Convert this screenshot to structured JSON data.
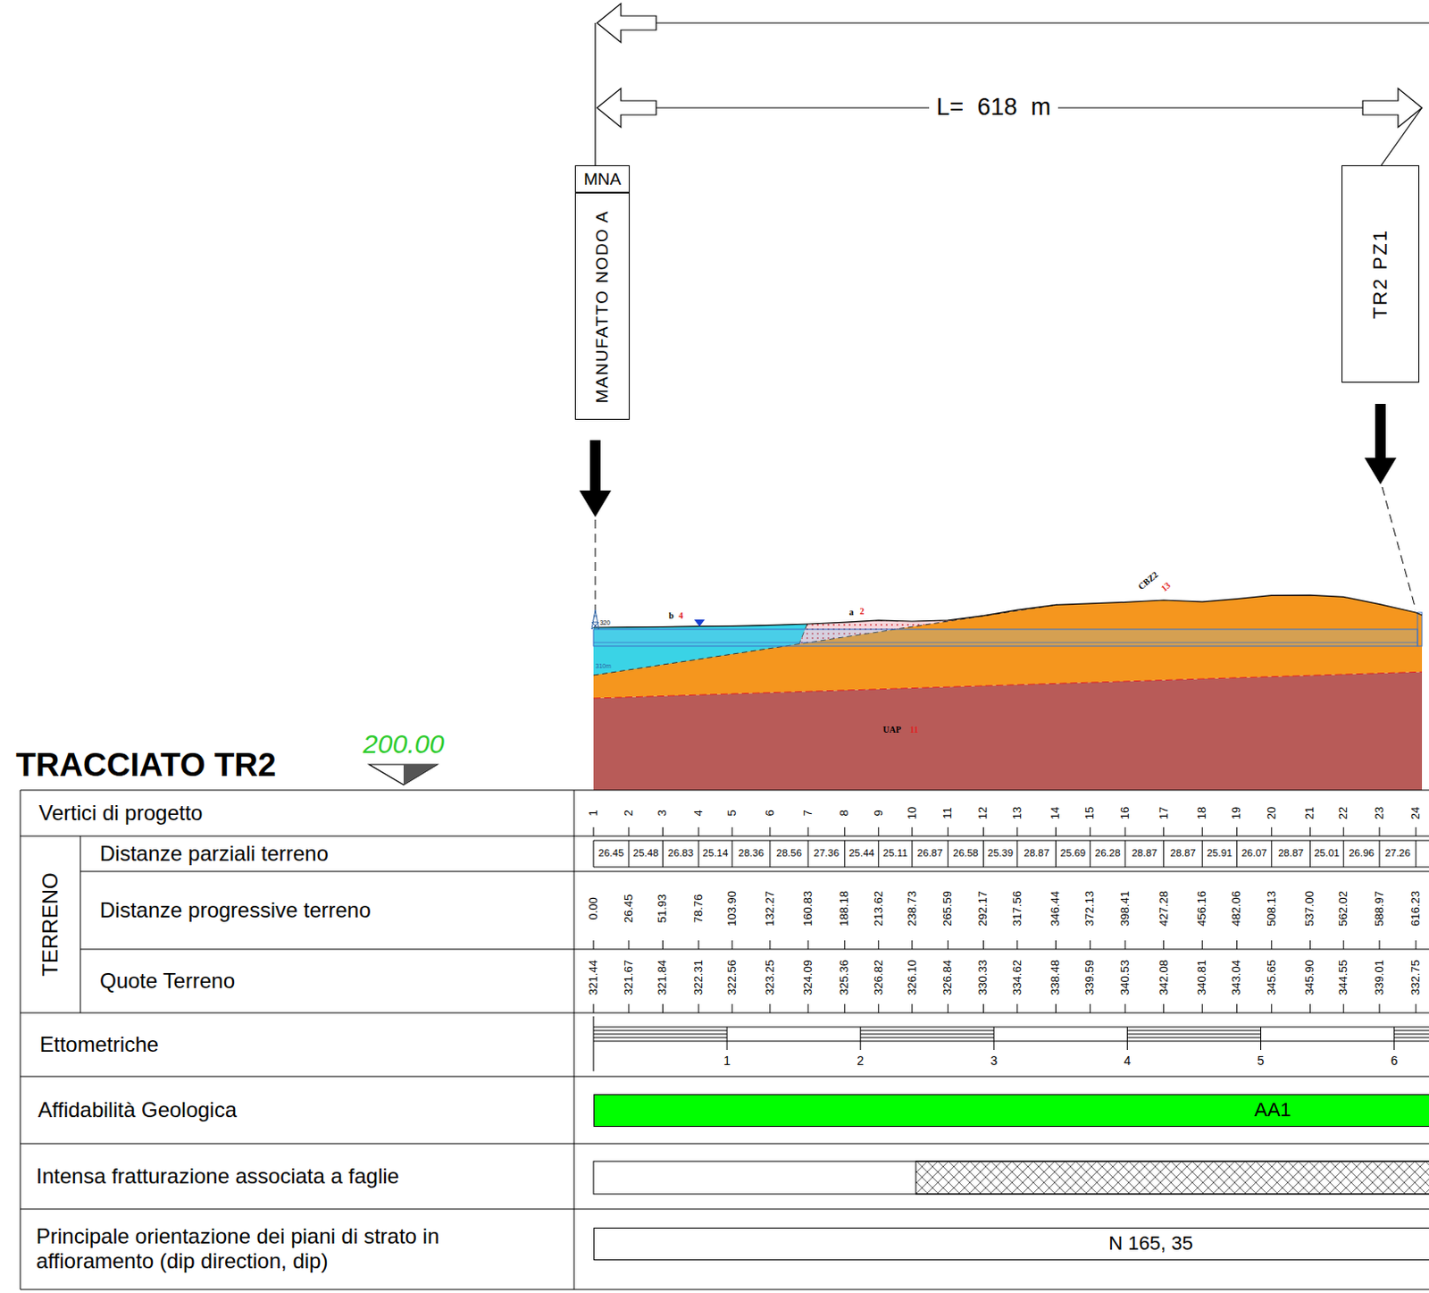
{
  "diagram": {
    "title": "TRACCIATO TR2",
    "nodes": [
      {
        "text": [
          "MNA"
        ]
      },
      {
        "text": [
          "MANUFATTO NODO A"
        ]
      },
      {
        "text": [
          "TR2 PZ1"
        ]
      },
      {
        "text": [
          "AA1"
        ]
      },
      {
        "text": [
          "N 165, 35"
        ]
      }
    ],
    "labels": [
      "L= 618 m",
      "200.00",
      "320",
      "310m",
      "b",
      "4",
      "a",
      "2",
      "CBZ2",
      "13",
      "UAP",
      "11",
      "Vertici di progetto",
      "TERRENO",
      "Distanze parziali terreno",
      "Distanze progressive terreno",
      "Quote Terreno",
      "Ettometriche",
      "Affidabilità Geologica",
      "Intensa fratturazione associata a faglie",
      "Principale orientazione dei piani di strato in affioramento (dip direction, dip)",
      "1",
      "2",
      "3",
      "4",
      "5",
      "6",
      "7",
      "8",
      "9",
      "10",
      "11",
      "12",
      "13",
      "14",
      "15",
      "16",
      "17",
      "18",
      "19",
      "20",
      "21",
      "22",
      "23",
      "24",
      "26.45",
      "25.48",
      "26.83",
      "25.14",
      "28.36",
      "28.56",
      "27.36",
      "25.44",
      "25.11",
      "26.87",
      "26.58",
      "25.39",
      "28.87",
      "25.69",
      "26.28",
      "28.87",
      "28.87",
      "25.91",
      "26.07",
      "28.87",
      "25.01",
      "26.96",
      "27.26",
      "0.00",
      "26.45",
      "51.93",
      "78.76",
      "103.90",
      "132.27",
      "160.83",
      "188.18",
      "213.62",
      "238.73",
      "265.59",
      "292.17",
      "317.56",
      "346.44",
      "372.13",
      "398.41",
      "427.28",
      "456.16",
      "482.06",
      "508.13",
      "537.00",
      "562.02",
      "588.97",
      "616.23",
      "321.44",
      "321.67",
      "321.84",
      "322.31",
      "322.56",
      "323.25",
      "324.09",
      "325.36",
      "326.82",
      "326.10",
      "326.84",
      "330.33",
      "334.62",
      "338.48",
      "339.59",
      "340.53",
      "342.08",
      "340.81",
      "343.04",
      "345.65",
      "345.90",
      "344.55",
      "339.01",
      "332.75",
      "1",
      "2",
      "3",
      "4",
      "5",
      "6"
    ]
  }
}
